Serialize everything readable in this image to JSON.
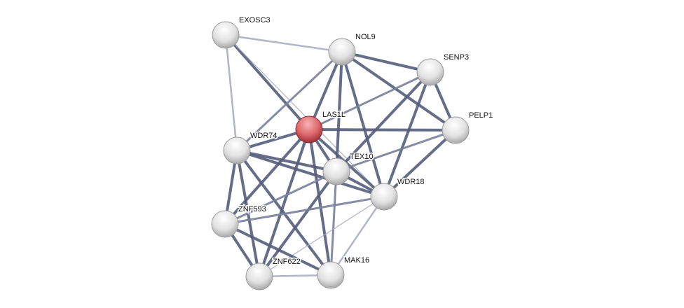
{
  "colors": {
    "edge_strong": "#555d7c",
    "edge_medium": "#7a809c",
    "edge_weak": "#a9adc0",
    "node": "#e8e8e8",
    "query_node": "#e06c70"
  },
  "nodes": [
    {
      "id": "EXOSC3",
      "label": "EXOSC3",
      "query": false
    },
    {
      "id": "NOL9",
      "label": "NOL9",
      "query": false
    },
    {
      "id": "SENP3",
      "label": "SENP3",
      "query": false
    },
    {
      "id": "PELP1",
      "label": "PELP1",
      "query": false
    },
    {
      "id": "LAS1L",
      "label": "LAS1L",
      "query": true
    },
    {
      "id": "WDR74",
      "label": "WDR74",
      "query": false
    },
    {
      "id": "TEX10",
      "label": "TEX10",
      "query": false
    },
    {
      "id": "WDR18",
      "label": "WDR18",
      "query": false
    },
    {
      "id": "ZNF593",
      "label": "ZNF593",
      "query": false
    },
    {
      "id": "ZNF622",
      "label": "ZNF622",
      "query": false
    },
    {
      "id": "MAK16",
      "label": "MAK16",
      "query": false
    }
  ],
  "edges": [
    [
      "EXOSC3",
      "NOL9",
      "weak"
    ],
    [
      "EXOSC3",
      "WDR74",
      "weak"
    ],
    [
      "EXOSC3",
      "LAS1L",
      "strong"
    ],
    [
      "EXOSC3",
      "WDR18",
      "thin"
    ],
    [
      "NOL9",
      "SENP3",
      "strong"
    ],
    [
      "NOL9",
      "PELP1",
      "strong"
    ],
    [
      "NOL9",
      "WDR74",
      "medium"
    ],
    [
      "NOL9",
      "LAS1L",
      "strong"
    ],
    [
      "NOL9",
      "TEX10",
      "strong"
    ],
    [
      "NOL9",
      "WDR18",
      "strong"
    ],
    [
      "SENP3",
      "LAS1L",
      "medium"
    ],
    [
      "SENP3",
      "PELP1",
      "strong"
    ],
    [
      "SENP3",
      "TEX10",
      "strong"
    ],
    [
      "SENP3",
      "WDR18",
      "strong"
    ],
    [
      "LAS1L",
      "PELP1",
      "strong"
    ],
    [
      "LAS1L",
      "WDR74",
      "strong"
    ],
    [
      "LAS1L",
      "TEX10",
      "strong"
    ],
    [
      "LAS1L",
      "WDR18",
      "strong"
    ],
    [
      "LAS1L",
      "ZNF593",
      "strong"
    ],
    [
      "LAS1L",
      "ZNF622",
      "strong"
    ],
    [
      "LAS1L",
      "MAK16",
      "strong"
    ],
    [
      "PELP1",
      "TEX10",
      "medium"
    ],
    [
      "PELP1",
      "WDR18",
      "strong"
    ],
    [
      "WDR74",
      "TEX10",
      "strong"
    ],
    [
      "WDR74",
      "WDR18",
      "strong"
    ],
    [
      "WDR74",
      "ZNF593",
      "strong"
    ],
    [
      "WDR74",
      "ZNF622",
      "strong"
    ],
    [
      "WDR74",
      "MAK16",
      "strong"
    ],
    [
      "TEX10",
      "WDR18",
      "strong"
    ],
    [
      "TEX10",
      "ZNF593",
      "medium"
    ],
    [
      "TEX10",
      "ZNF622",
      "strong"
    ],
    [
      "TEX10",
      "MAK16",
      "medium"
    ],
    [
      "WDR18",
      "ZNF593",
      "medium"
    ],
    [
      "WDR18",
      "ZNF622",
      "thin"
    ],
    [
      "WDR18",
      "MAK16",
      "weak"
    ],
    [
      "ZNF593",
      "ZNF622",
      "strong"
    ],
    [
      "ZNF593",
      "MAK16",
      "strong"
    ],
    [
      "ZNF622",
      "MAK16",
      "weak"
    ]
  ]
}
